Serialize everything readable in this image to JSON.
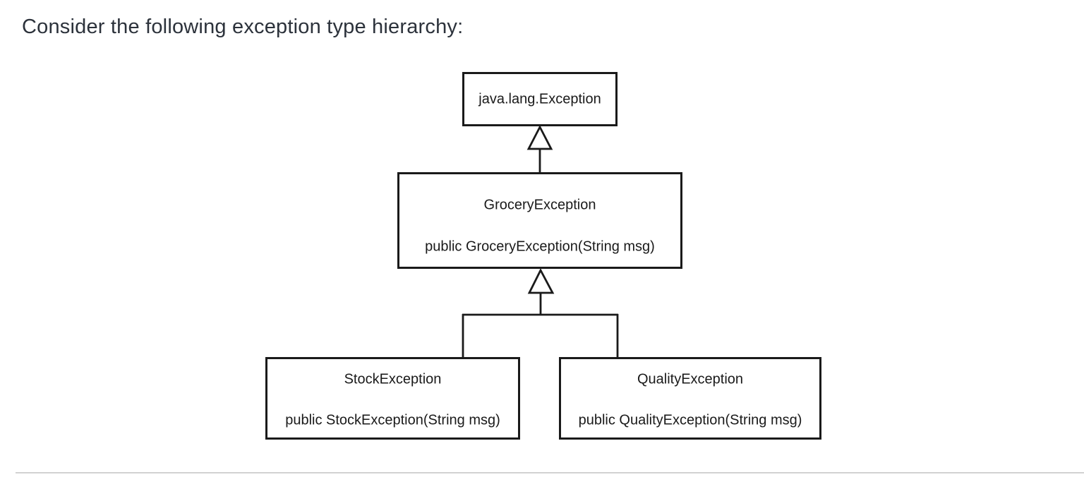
{
  "page": {
    "heading": "Consider the following exception type hierarchy:"
  },
  "diagram": {
    "type": "uml-class-hierarchy",
    "nodes": {
      "exception": {
        "title": "java.lang.Exception"
      },
      "grocery": {
        "title": "GroceryException",
        "constructor": "public GroceryException(String msg)"
      },
      "stock": {
        "title": "StockException",
        "constructor": "public StockException(String msg)"
      },
      "quality": {
        "title": "QualityException",
        "constructor": "public QualityException(String msg)"
      }
    },
    "relations": [
      {
        "from": "GroceryException",
        "to": "java.lang.Exception",
        "type": "extends"
      },
      {
        "from": "StockException",
        "to": "GroceryException",
        "type": "extends"
      },
      {
        "from": "QualityException",
        "to": "GroceryException",
        "type": "extends"
      }
    ],
    "colors": {
      "line": "#1a1a1a",
      "heading_text": "#2c323b",
      "divider": "#d2d2d2"
    }
  }
}
